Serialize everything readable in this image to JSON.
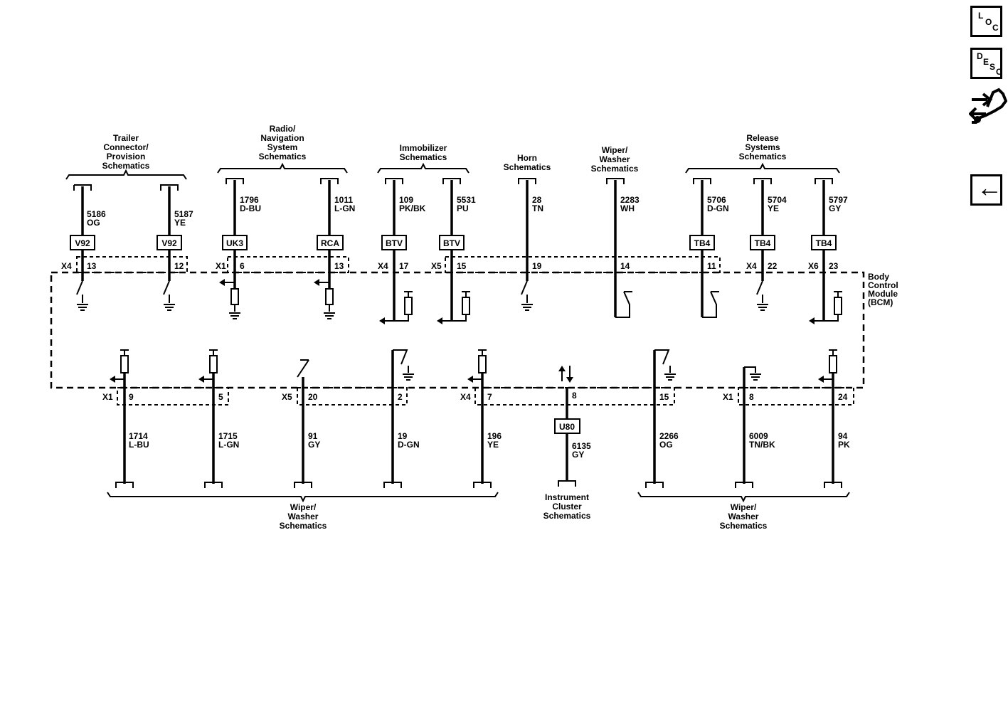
{
  "nav": {
    "loc": {
      "a": "L",
      "b": "O",
      "c": "C"
    },
    "desc": {
      "a": "D",
      "b": "E",
      "c": "S",
      "d": "C"
    },
    "back_symbol": "←"
  },
  "module": {
    "label_lines": [
      "Body",
      "Control",
      "Module",
      "(BCM)"
    ]
  },
  "top_groups": [
    {
      "title": [
        "Trailer",
        "Connector/",
        "Provision",
        "Schematics"
      ]
    },
    {
      "title": [
        "Radio/",
        "Navigation",
        "System",
        "Schematics"
      ]
    },
    {
      "title": [
        "Immobilizer",
        "Schematics"
      ]
    },
    {
      "title": [
        "Horn",
        "Schematics"
      ]
    },
    {
      "title": [
        "Wiper/",
        "Washer",
        "Schematics"
      ]
    },
    {
      "title": [
        "Release",
        "Systems",
        "Schematics"
      ]
    }
  ],
  "top_wires": [
    {
      "circuit": "5186",
      "color": "OG",
      "option": "V92",
      "connector": "X4",
      "pin": "13"
    },
    {
      "circuit": "5187",
      "color": "YE",
      "option": "V92",
      "connector": "",
      "pin": "12"
    },
    {
      "circuit": "1796",
      "color": "D-BU",
      "option": "UK3",
      "connector": "X1",
      "pin": "6"
    },
    {
      "circuit": "1011",
      "color": "L-GN",
      "option": "RCA",
      "connector": "",
      "pin": "13"
    },
    {
      "circuit": "109",
      "color": "PK/BK",
      "option": "BTV",
      "connector": "X4",
      "pin": "17"
    },
    {
      "circuit": "5531",
      "color": "PU",
      "option": "BTV",
      "connector": "X5",
      "pin": "15"
    },
    {
      "circuit": "28",
      "color": "TN",
      "option": "",
      "connector": "",
      "pin": "19"
    },
    {
      "circuit": "2283",
      "color": "WH",
      "option": "",
      "connector": "",
      "pin": "14"
    },
    {
      "circuit": "5706",
      "color": "D-GN",
      "option": "TB4",
      "connector": "",
      "pin": "11"
    },
    {
      "circuit": "5704",
      "color": "YE",
      "option": "TB4",
      "connector": "X4",
      "pin": "22"
    },
    {
      "circuit": "5797",
      "color": "GY",
      "option": "TB4",
      "connector": "X6",
      "pin": "23"
    }
  ],
  "bottom_wires": [
    {
      "circuit": "1714",
      "color": "L-BU",
      "connector": "X1",
      "pin": "9"
    },
    {
      "circuit": "1715",
      "color": "L-GN",
      "connector": "",
      "pin": "5"
    },
    {
      "circuit": "91",
      "color": "GY",
      "connector": "X5",
      "pin": "20"
    },
    {
      "circuit": "19",
      "color": "D-GN",
      "connector": "",
      "pin": "2"
    },
    {
      "circuit": "196",
      "color": "YE",
      "connector": "X4",
      "pin": "7"
    },
    {
      "circuit": "6135",
      "color": "GY",
      "connector": "",
      "pin": "8",
      "option": "U80"
    },
    {
      "circuit": "2266",
      "color": "OG",
      "connector": "",
      "pin": "15"
    },
    {
      "circuit": "6009",
      "color": "TN/BK",
      "connector": "X1",
      "pin": "8"
    },
    {
      "circuit": "94",
      "color": "PK",
      "connector": "",
      "pin": "24"
    }
  ],
  "bottom_groups": [
    {
      "title": [
        "Wiper/",
        "Washer",
        "Schematics"
      ]
    },
    {
      "title": [
        "Instrument",
        "Cluster",
        "Schematics"
      ]
    },
    {
      "title": [
        "Wiper/",
        "Washer",
        "Schematics"
      ]
    }
  ]
}
